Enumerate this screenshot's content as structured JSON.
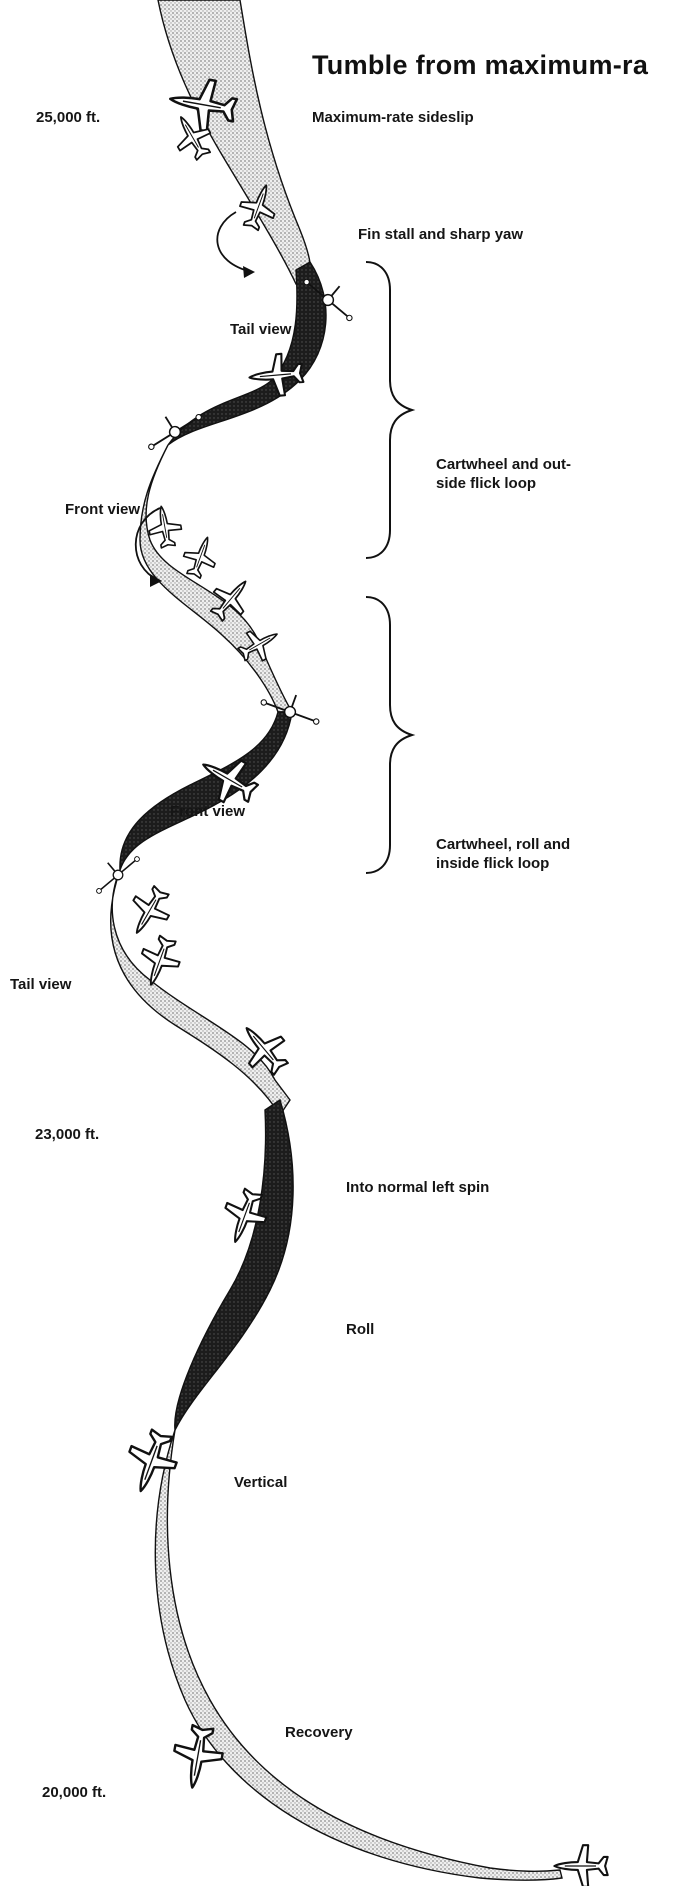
{
  "title": "Tumble from maximum-ra",
  "altitudes": {
    "top": "25,000 ft.",
    "middle": "23,000 ft.",
    "bottom": "20,000 ft."
  },
  "stages": {
    "sideslip": "Maximum-rate sideslip",
    "fin_stall": "Fin stall and sharp yaw",
    "tail_view_1": "Tail view",
    "front_view_1": "Front view",
    "cartwheel_outside_line1": "Cartwheel and out-",
    "cartwheel_outside_line2": "side flick loop",
    "front_view_2": "Front view",
    "cartwheel_inside_line1": "Cartwheel, roll and",
    "cartwheel_inside_line2": "inside flick loop",
    "tail_view_2": "Tail view",
    "normal_spin": "Into normal left spin",
    "roll": "Roll",
    "vertical": "Vertical",
    "recovery": "Recovery"
  },
  "colors": {
    "ink": "#111111",
    "dark_ribbon": "#1c1c1c",
    "light_ribbon": "#dcdcdc",
    "stipple": "#8a8a8a"
  }
}
